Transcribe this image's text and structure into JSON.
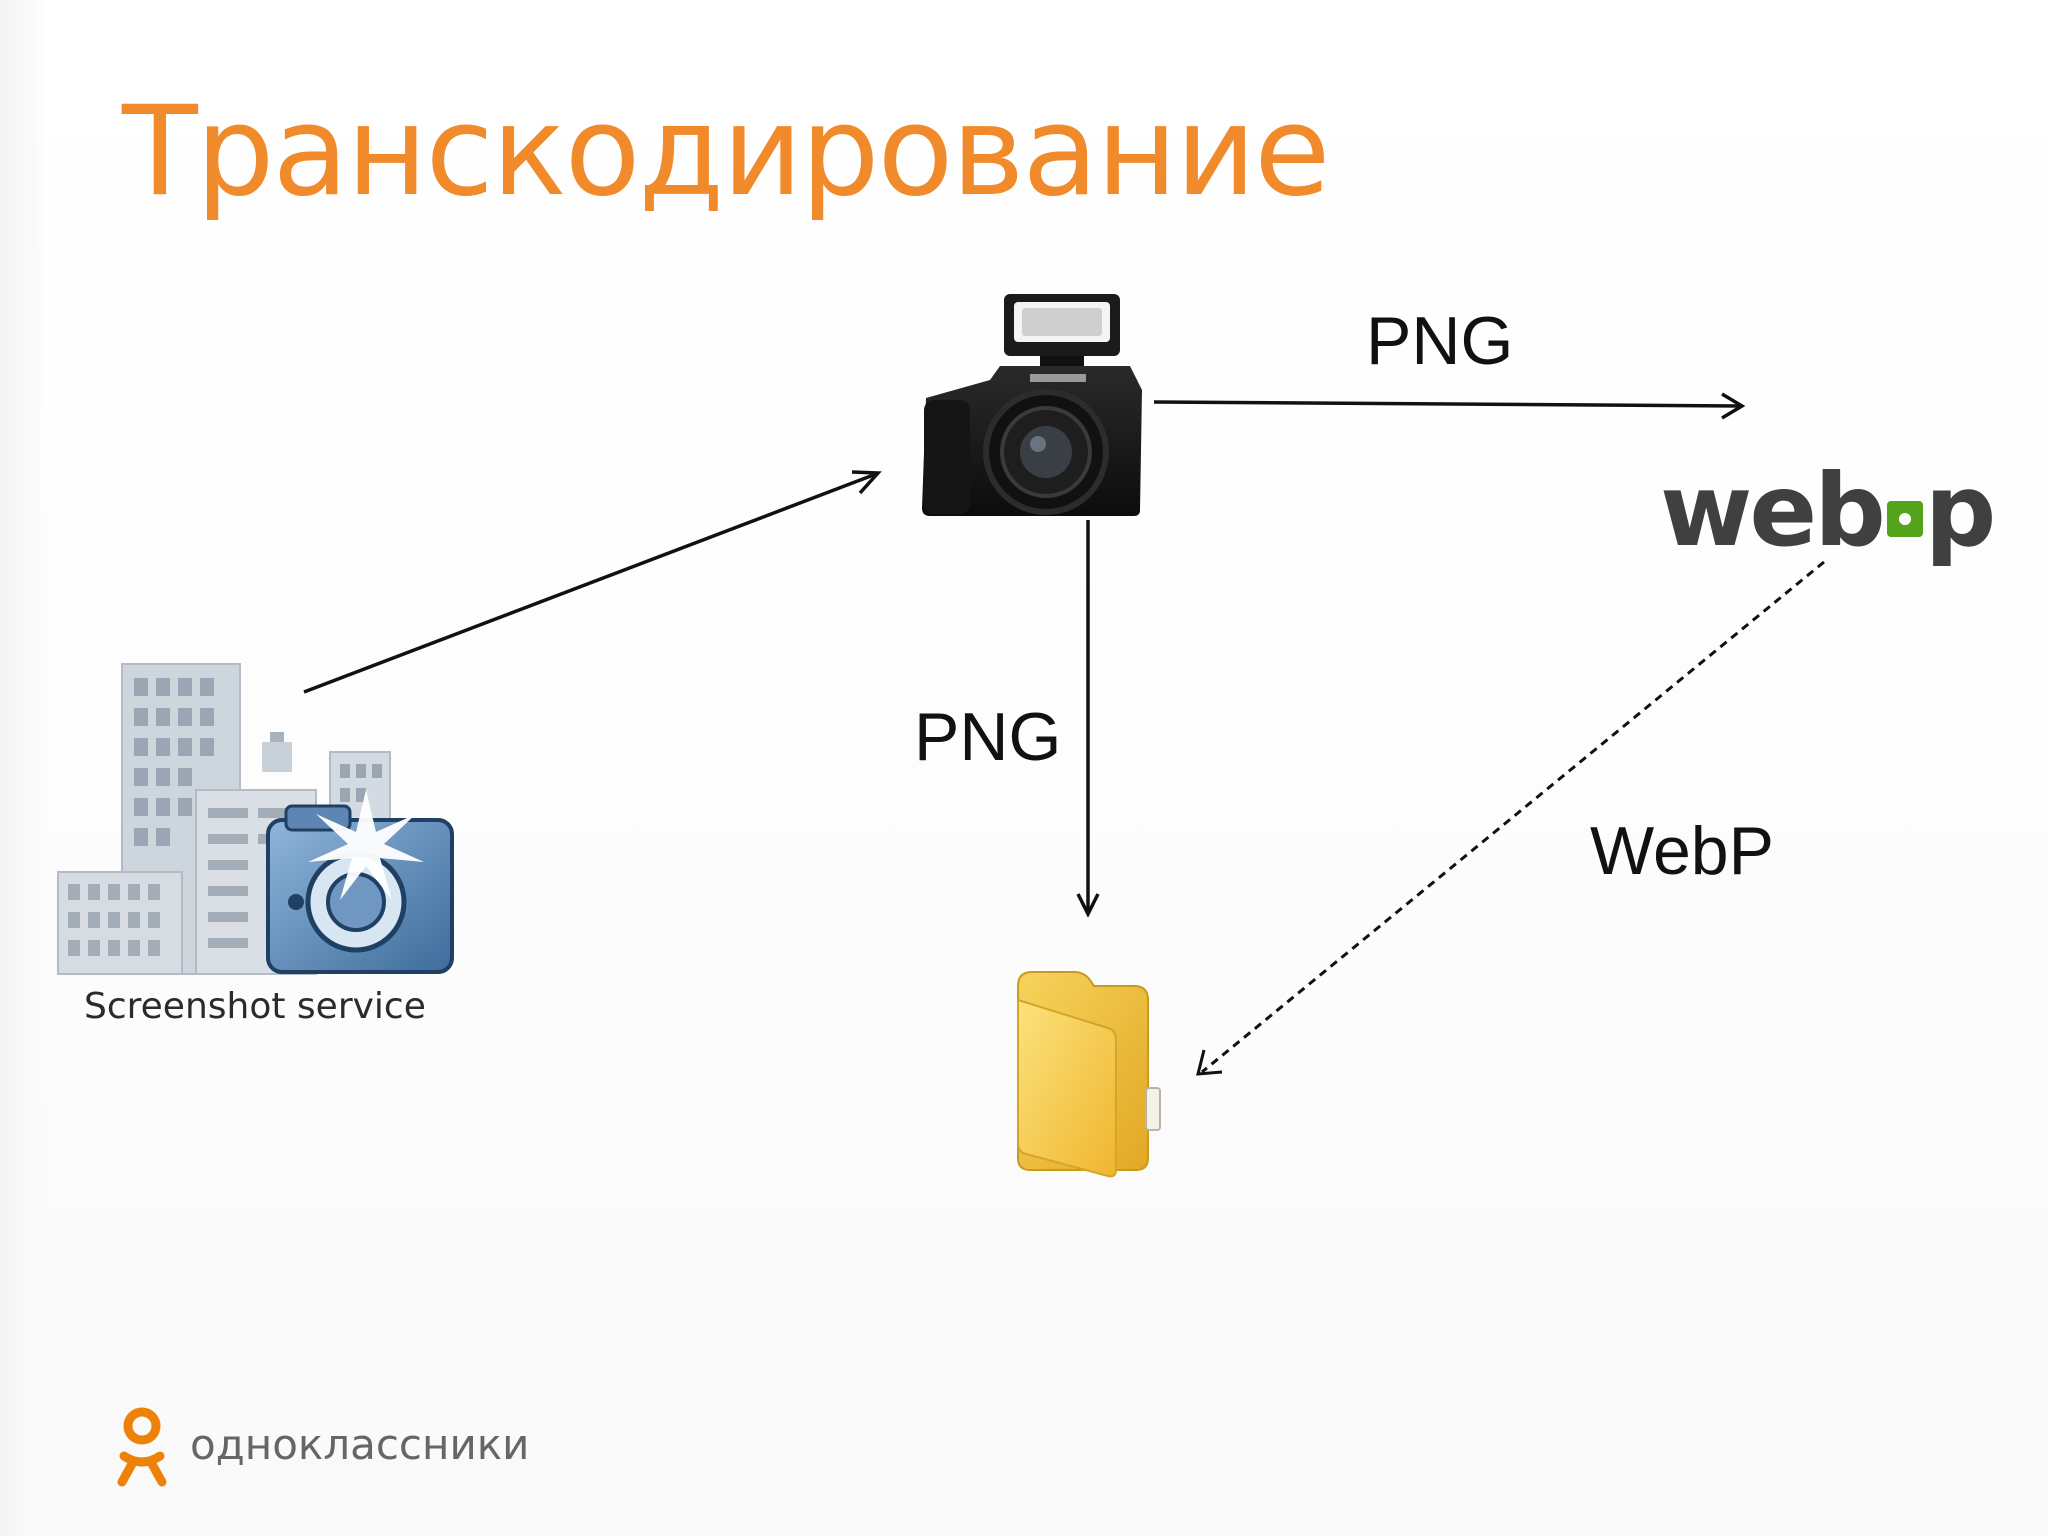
{
  "slide": {
    "title": "Транскодирование",
    "labels": {
      "png_top": "PNG",
      "png_down": "PNG",
      "webp": "WebP"
    },
    "screenshot_service_caption": "Screenshot service",
    "webp_logo": {
      "part1": "web",
      "part2": "p"
    },
    "brand_name": "одноклассники",
    "colors": {
      "title": "#f08a2a",
      "webp_green": "#53a31b",
      "brand_orange": "#ee8208"
    }
  }
}
